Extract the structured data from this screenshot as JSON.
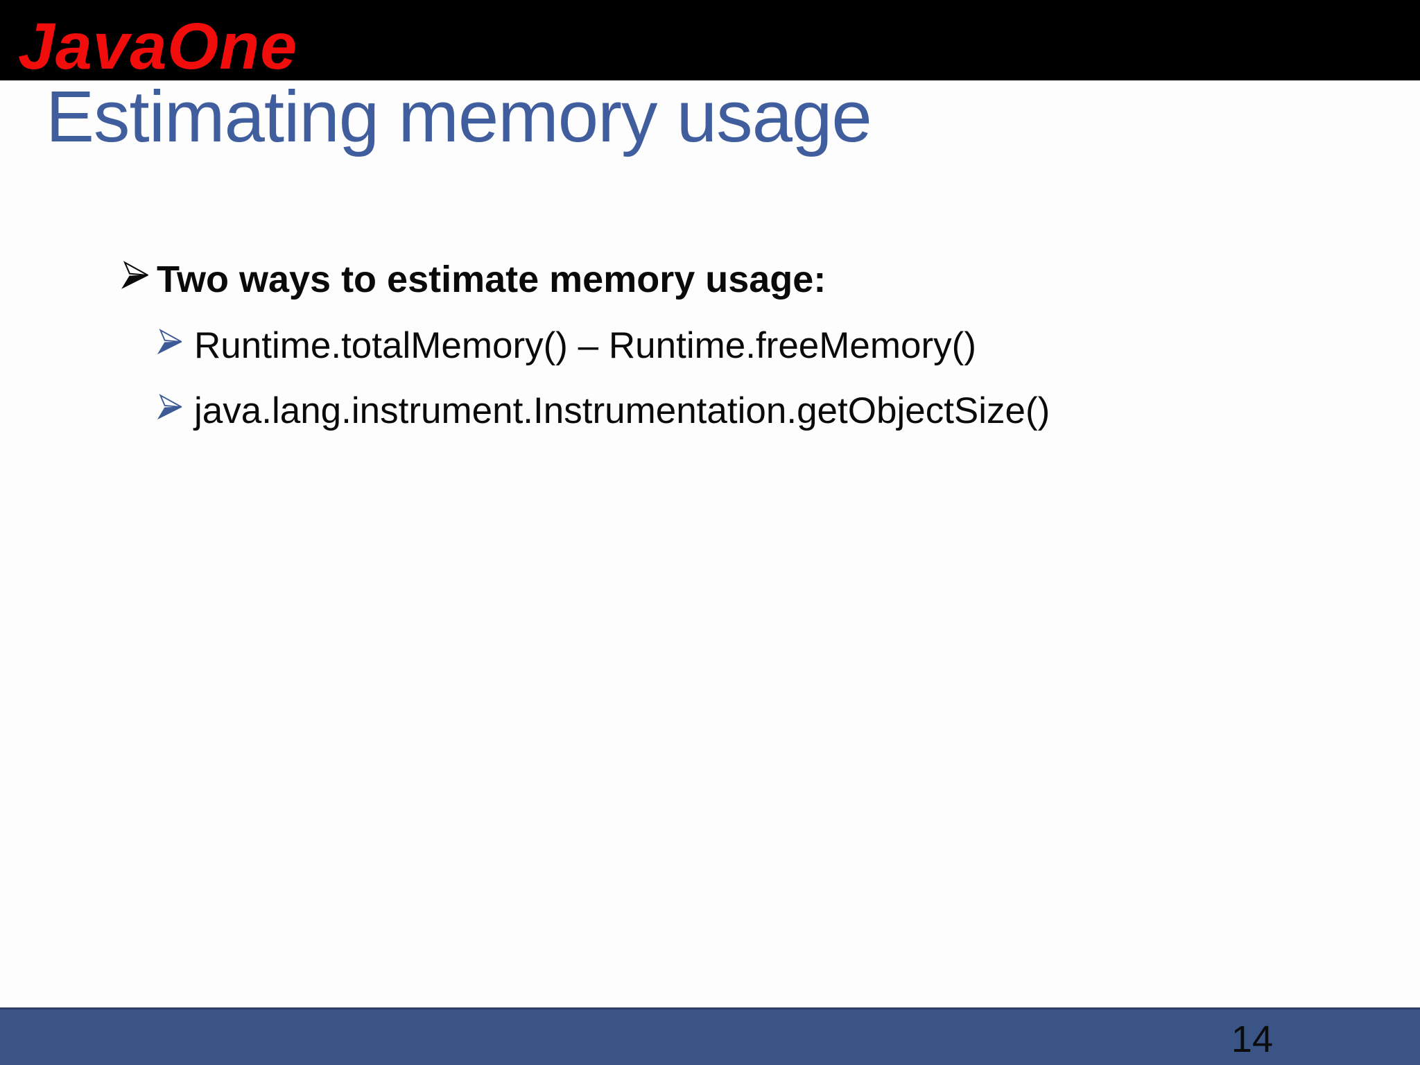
{
  "slide": {
    "logo_text": "JavaOne",
    "title": "Estimating memory usage",
    "bullets": {
      "level1": "Two ways to estimate memory usage:",
      "sub": [
        "Runtime.totalMemory() – Runtime.freeMemory()",
        "java.lang.instrument.Instrumentation.getObjectSize()"
      ]
    },
    "bullet_icon": {
      "name": "dart-arrow-bullet",
      "unicode": "➢"
    },
    "footer": {
      "page_number": "14"
    },
    "colors": {
      "logo_red": "#f20d0d",
      "title_blue": "#405e9e",
      "footer_blue": "#3a5486",
      "header_black": "#000000",
      "sub_bullet_arrow_blue": "#3d5a96",
      "level1_bullet_arrow_black": "#0a0a0a"
    }
  }
}
